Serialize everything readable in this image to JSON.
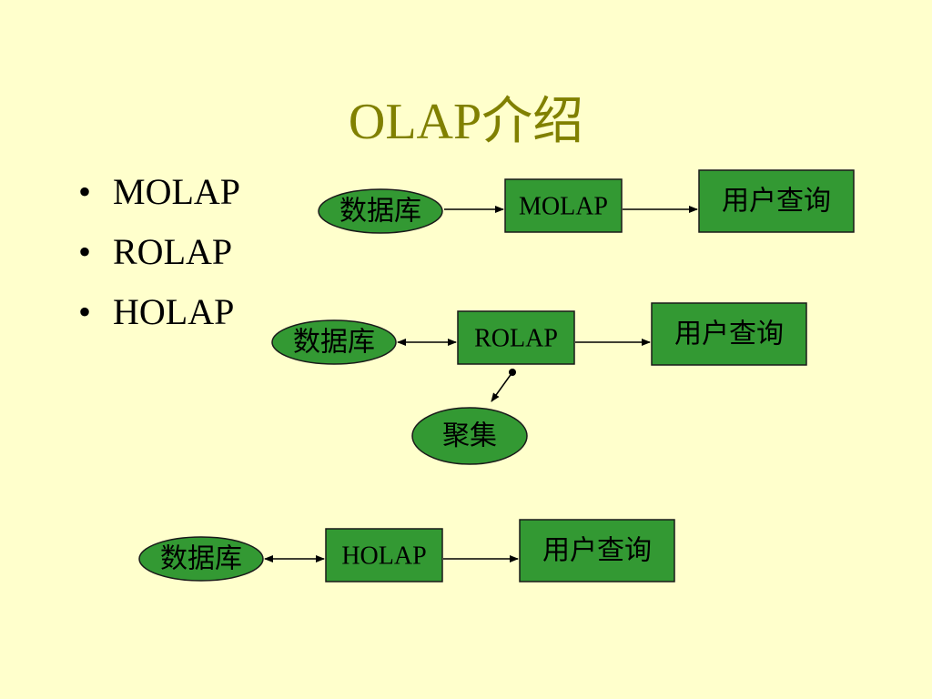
{
  "slide": {
    "title": "OLAP介绍",
    "bullets": [
      {
        "label": "MOLAP"
      },
      {
        "label": "ROLAP"
      },
      {
        "label": "HOLAP"
      }
    ]
  },
  "diagram": {
    "colors": {
      "node_fill": "#339933",
      "node_stroke": "#1a1a1a",
      "edge": "#000000",
      "title": "#808000",
      "background": "#ffffcc"
    },
    "rows": [
      {
        "database": "数据库",
        "engine": "MOLAP",
        "query": "用户查询",
        "db_to_engine": "one-way"
      },
      {
        "database": "数据库",
        "engine": "ROLAP",
        "query": "用户查询",
        "db_to_engine": "two-way",
        "aggregate": "聚集"
      },
      {
        "database": "数据库",
        "engine": "HOLAP",
        "query": "用户查询",
        "db_to_engine": "two-way"
      }
    ]
  }
}
